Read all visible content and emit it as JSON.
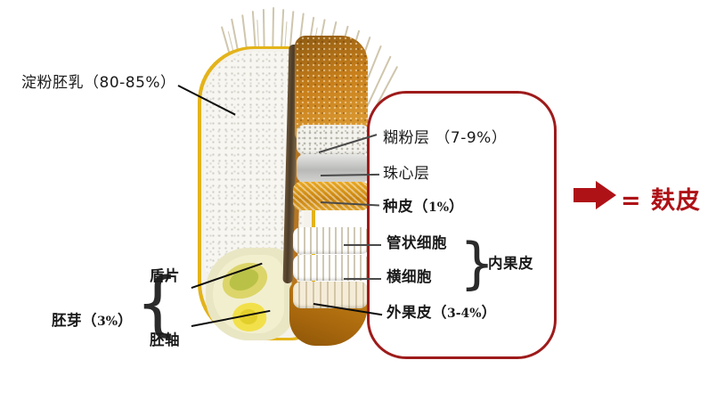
{
  "figure": {
    "subject": "wheat-kernel-cross-section",
    "colors": {
      "accent_red": "#AE1217",
      "box_border_red": "#9E1B1B",
      "label_text": "#1a1a1a",
      "endosperm_edge_yellow": "#e3b31a",
      "bran_brown": "#c8830f",
      "germ_yellow": "#f2e04a"
    }
  },
  "labels": {
    "starchy_endosperm": "淀粉胚乳（80-85%）",
    "aleurone": "糊粉层 （7-9%）",
    "nucellar": "珠心层",
    "seedcoat_name": "种皮（",
    "seedcoat_pct": "1%",
    "seedcoat_close": "）",
    "tubular_cells": "管状细胞",
    "cross_cells": "横细胞",
    "inner_pericarp": "内果皮",
    "outer_pericarp_name": "外果皮（",
    "outer_pericarp_pct": "3-4%",
    "outer_pericarp_close": "）",
    "germ": "胚芽（",
    "germ_pct": "3%",
    "germ_close": "）",
    "scutellum": "盾片",
    "embryonic_axis": "胚轴",
    "bran_equals": "= 麸皮"
  },
  "icons": {
    "arrow": "right-arrow-icon",
    "brace_right": "curly-brace-icon",
    "brace_left": "curly-brace-icon"
  }
}
